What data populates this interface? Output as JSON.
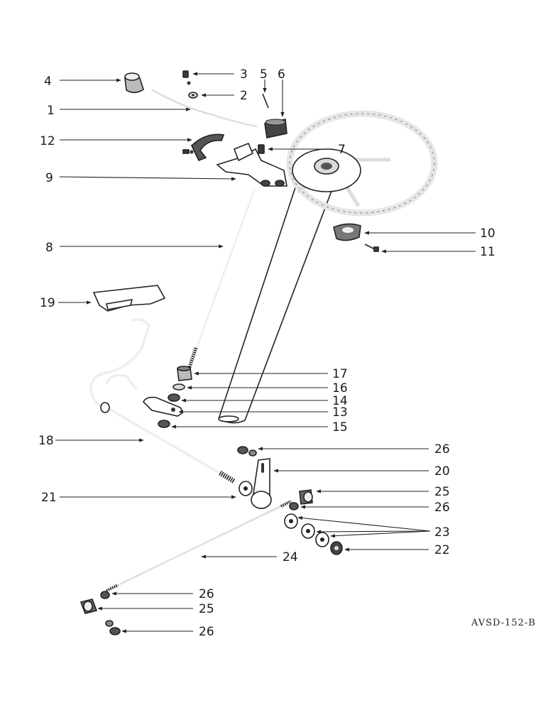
{
  "diagram": {
    "reference_code": "AVSD-152-B",
    "callouts": [
      {
        "id": "4",
        "label": "4"
      },
      {
        "id": "3",
        "label": "3"
      },
      {
        "id": "5",
        "label": "5"
      },
      {
        "id": "6",
        "label": "6"
      },
      {
        "id": "2",
        "label": "2"
      },
      {
        "id": "1",
        "label": "1"
      },
      {
        "id": "12",
        "label": "12"
      },
      {
        "id": "7",
        "label": "7"
      },
      {
        "id": "9",
        "label": "9"
      },
      {
        "id": "10",
        "label": "10"
      },
      {
        "id": "11",
        "label": "11"
      },
      {
        "id": "8",
        "label": "8"
      },
      {
        "id": "19",
        "label": "19"
      },
      {
        "id": "17",
        "label": "17"
      },
      {
        "id": "16",
        "label": "16"
      },
      {
        "id": "14",
        "label": "14"
      },
      {
        "id": "13",
        "label": "13"
      },
      {
        "id": "15",
        "label": "15"
      },
      {
        "id": "18",
        "label": "18"
      },
      {
        "id": "26a",
        "label": "26"
      },
      {
        "id": "20",
        "label": "20"
      },
      {
        "id": "21",
        "label": "21"
      },
      {
        "id": "25a",
        "label": "25"
      },
      {
        "id": "26b",
        "label": "26"
      },
      {
        "id": "23",
        "label": "23"
      },
      {
        "id": "22",
        "label": "22"
      },
      {
        "id": "24",
        "label": "24"
      },
      {
        "id": "26c",
        "label": "26"
      },
      {
        "id": "25b",
        "label": "25"
      },
      {
        "id": "26d",
        "label": "26"
      }
    ]
  }
}
